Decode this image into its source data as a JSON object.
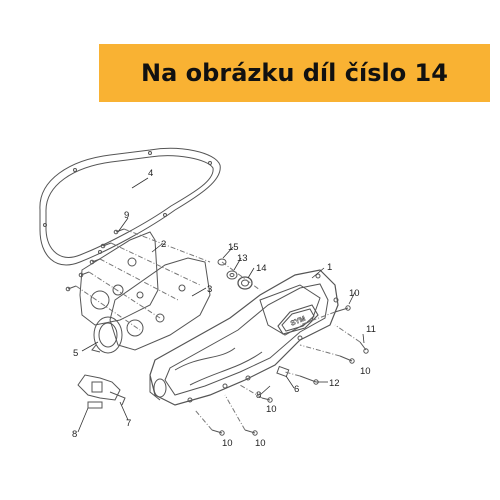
{
  "banner": {
    "text": "Na obrázku díl číslo 14",
    "bg_color": "#F9B233"
  },
  "diagram": {
    "line_color": "#555555",
    "brand_mark": "SYM",
    "callouts": [
      {
        "id": "c1",
        "label": "1"
      },
      {
        "id": "c2",
        "label": "2"
      },
      {
        "id": "c3",
        "label": "3"
      },
      {
        "id": "c4",
        "label": "4"
      },
      {
        "id": "c5",
        "label": "5"
      },
      {
        "id": "c6",
        "label": "6"
      },
      {
        "id": "c7",
        "label": "7"
      },
      {
        "id": "c8a",
        "label": "8"
      },
      {
        "id": "c8b",
        "label": "8"
      },
      {
        "id": "c9",
        "label": "9"
      },
      {
        "id": "c10a",
        "label": "10"
      },
      {
        "id": "c10b",
        "label": "10"
      },
      {
        "id": "c10c",
        "label": "10"
      },
      {
        "id": "c10d",
        "label": "10"
      },
      {
        "id": "c10e",
        "label": "10"
      },
      {
        "id": "c11",
        "label": "11"
      },
      {
        "id": "c12",
        "label": "12"
      },
      {
        "id": "c13",
        "label": "13"
      },
      {
        "id": "c14",
        "label": "14"
      },
      {
        "id": "c15",
        "label": "15"
      }
    ]
  }
}
